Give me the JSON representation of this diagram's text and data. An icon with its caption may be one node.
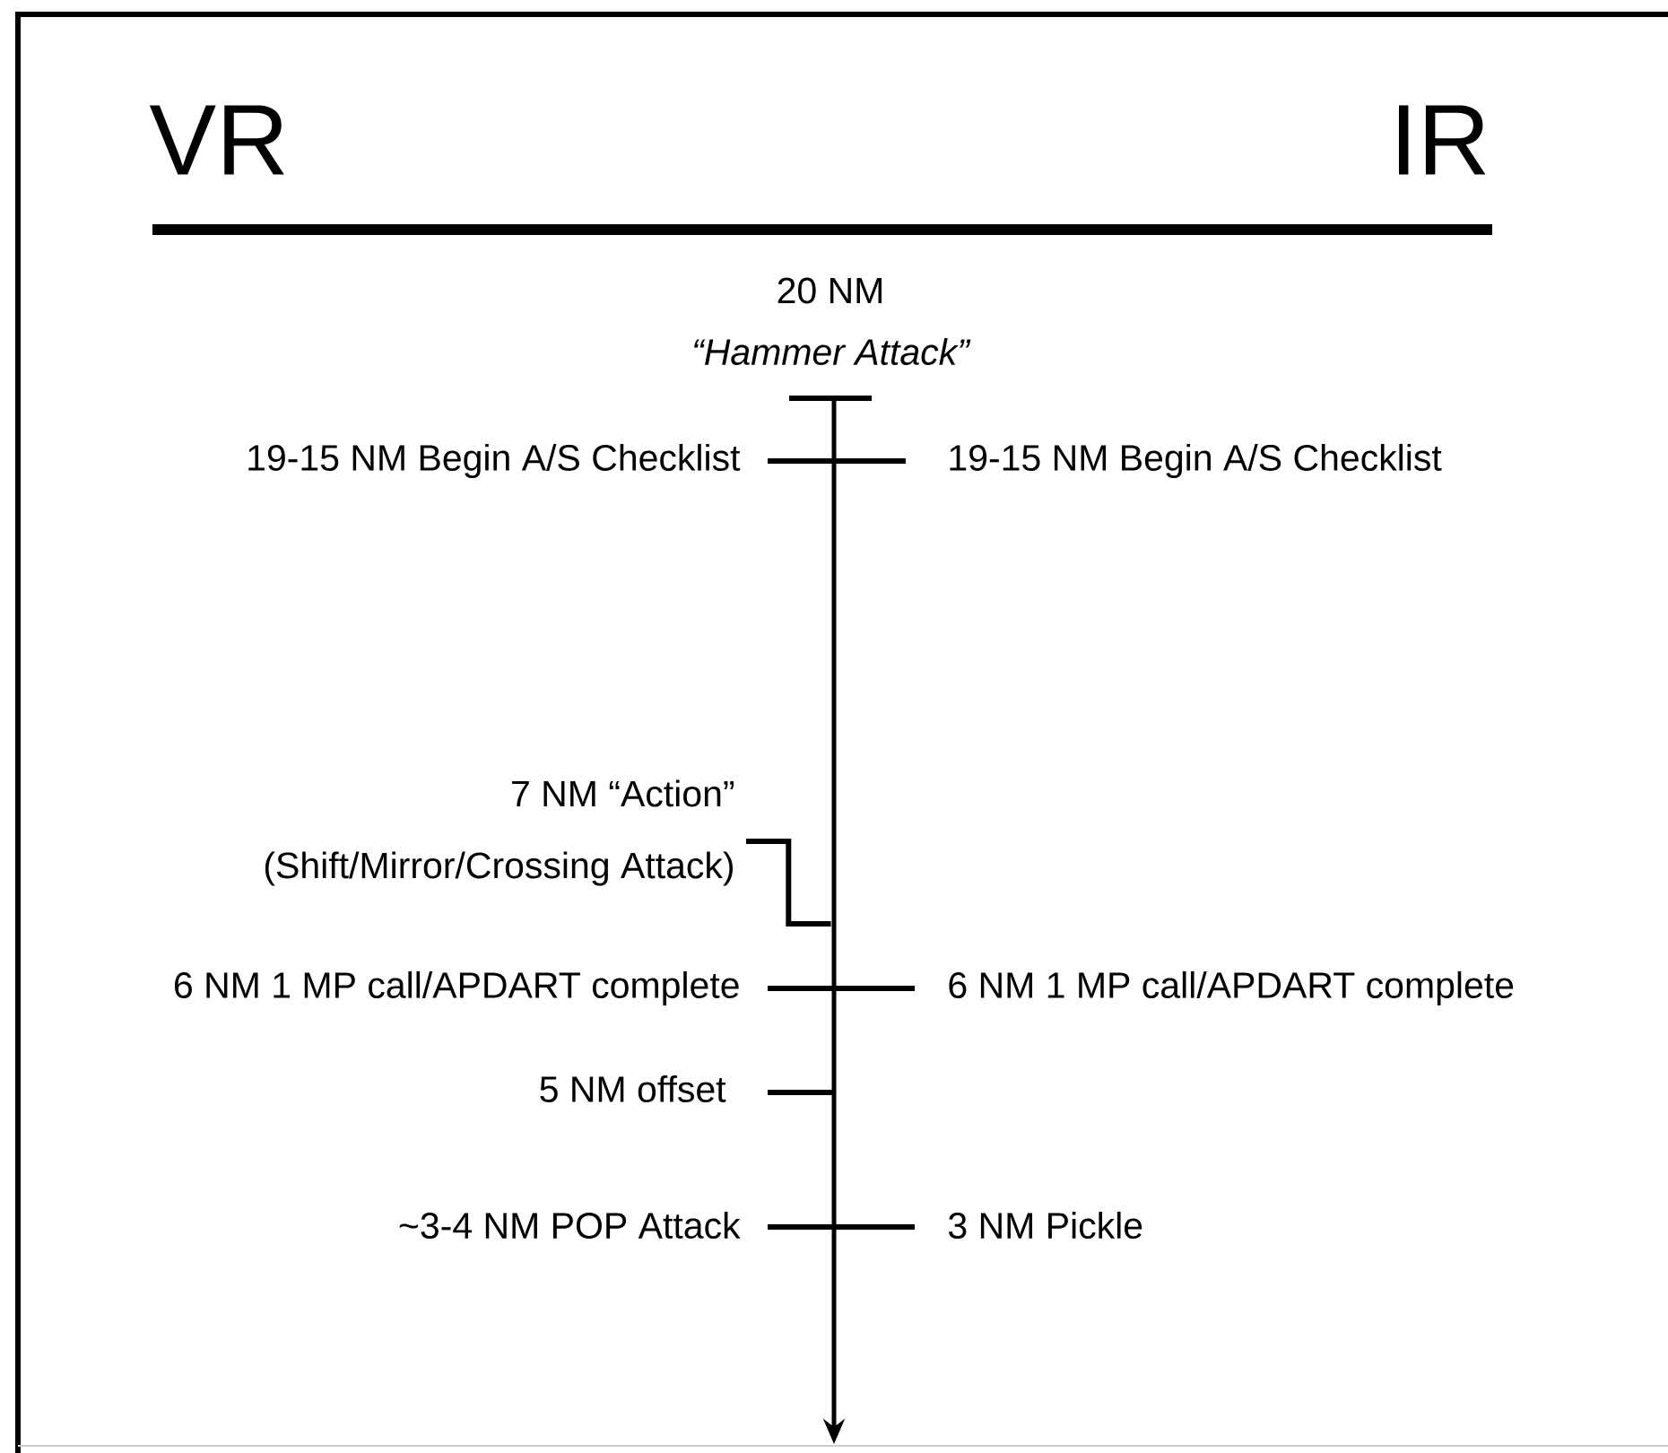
{
  "diagram": {
    "nodes": [
      {
        "text": [
          "7 NM “Action”",
          "(Shift/Mirror/Crossing Attack)"
        ]
      },
      {
        "text": [],
        "shape": "arrow"
      }
    ],
    "edges": [
      {
        "from": 0,
        "to": 1,
        "arrow": "none"
      }
    ],
    "labels": [
      "VR",
      "IR",
      "20 NM",
      "“Hammer Attack”",
      "19-15 NM Begin A/S Checklist",
      "19-15 NM Begin A/S Checklist",
      "6 NM 1 MP call/APDART complete",
      "6 NM 1 MP call/APDART complete",
      "5 NM offset",
      "~3-4 NM POP Attack",
      "3 NM Pickle"
    ]
  }
}
